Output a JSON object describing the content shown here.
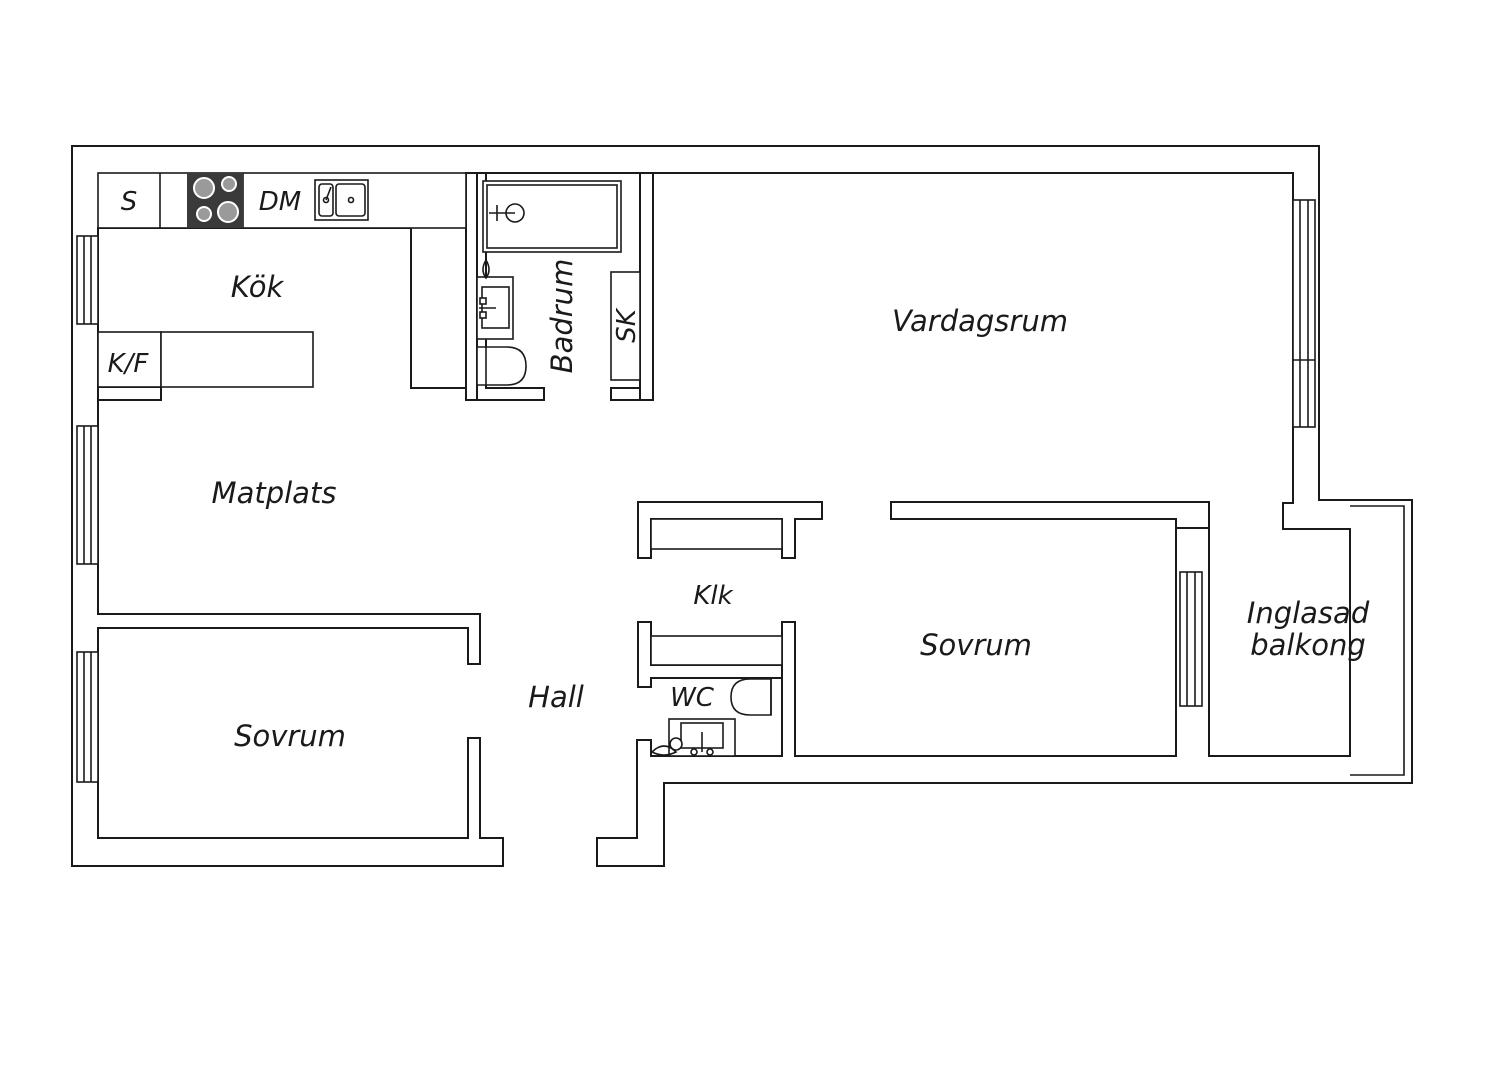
{
  "rooms": {
    "kok": "Kök",
    "matplats": "Matplats",
    "vardagsrum": "Vardagsrum",
    "badrum": "Badrum",
    "sovrum_left": "Sovrum",
    "sovrum_right": "Sovrum",
    "hall": "Hall",
    "klk": "Klk",
    "wc": "WC",
    "balcony_line1": "Inglasad",
    "balcony_line2": "balkong"
  },
  "fixtures": {
    "s": "S",
    "dm": "DM",
    "kf": "K/F",
    "sk": "SK"
  },
  "colors": {
    "line": "#1a1a1a",
    "stove": "#3a3a3a",
    "background": "#ffffff"
  },
  "icons": [
    "stove-icon",
    "sink-icon",
    "bathtub-icon",
    "washbasin-icon",
    "toilet-icon",
    "window-icon"
  ]
}
